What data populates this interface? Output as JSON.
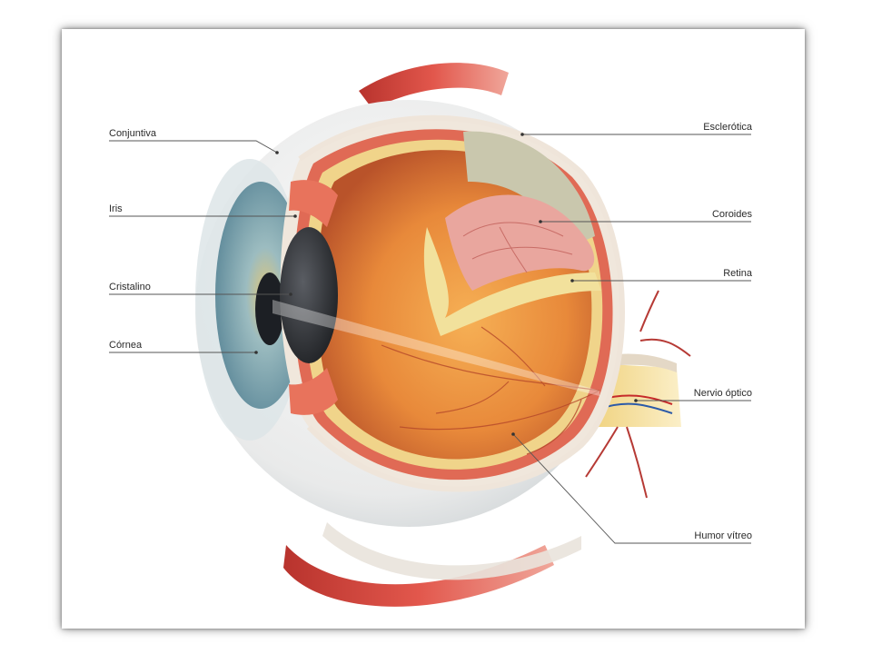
{
  "labels": {
    "conjuntiva": "Conjuntiva",
    "iris": "Iris",
    "cristalino": "Cristalino",
    "cornea": "Córnea",
    "esclerotica": "Esclerótica",
    "coroides": "Coroides",
    "retina": "Retina",
    "nervio_optico": "Nervio óptico",
    "humor_vitreo": "Humor vítreo"
  },
  "colors": {
    "sclera": "#f1e9df",
    "choroid": "#e89a94",
    "retina": "#f3dd95",
    "vitreous": "#e58a3a",
    "iris": "#6f9fb0",
    "muscle": "#d9473f",
    "leader_line": "#555555"
  }
}
